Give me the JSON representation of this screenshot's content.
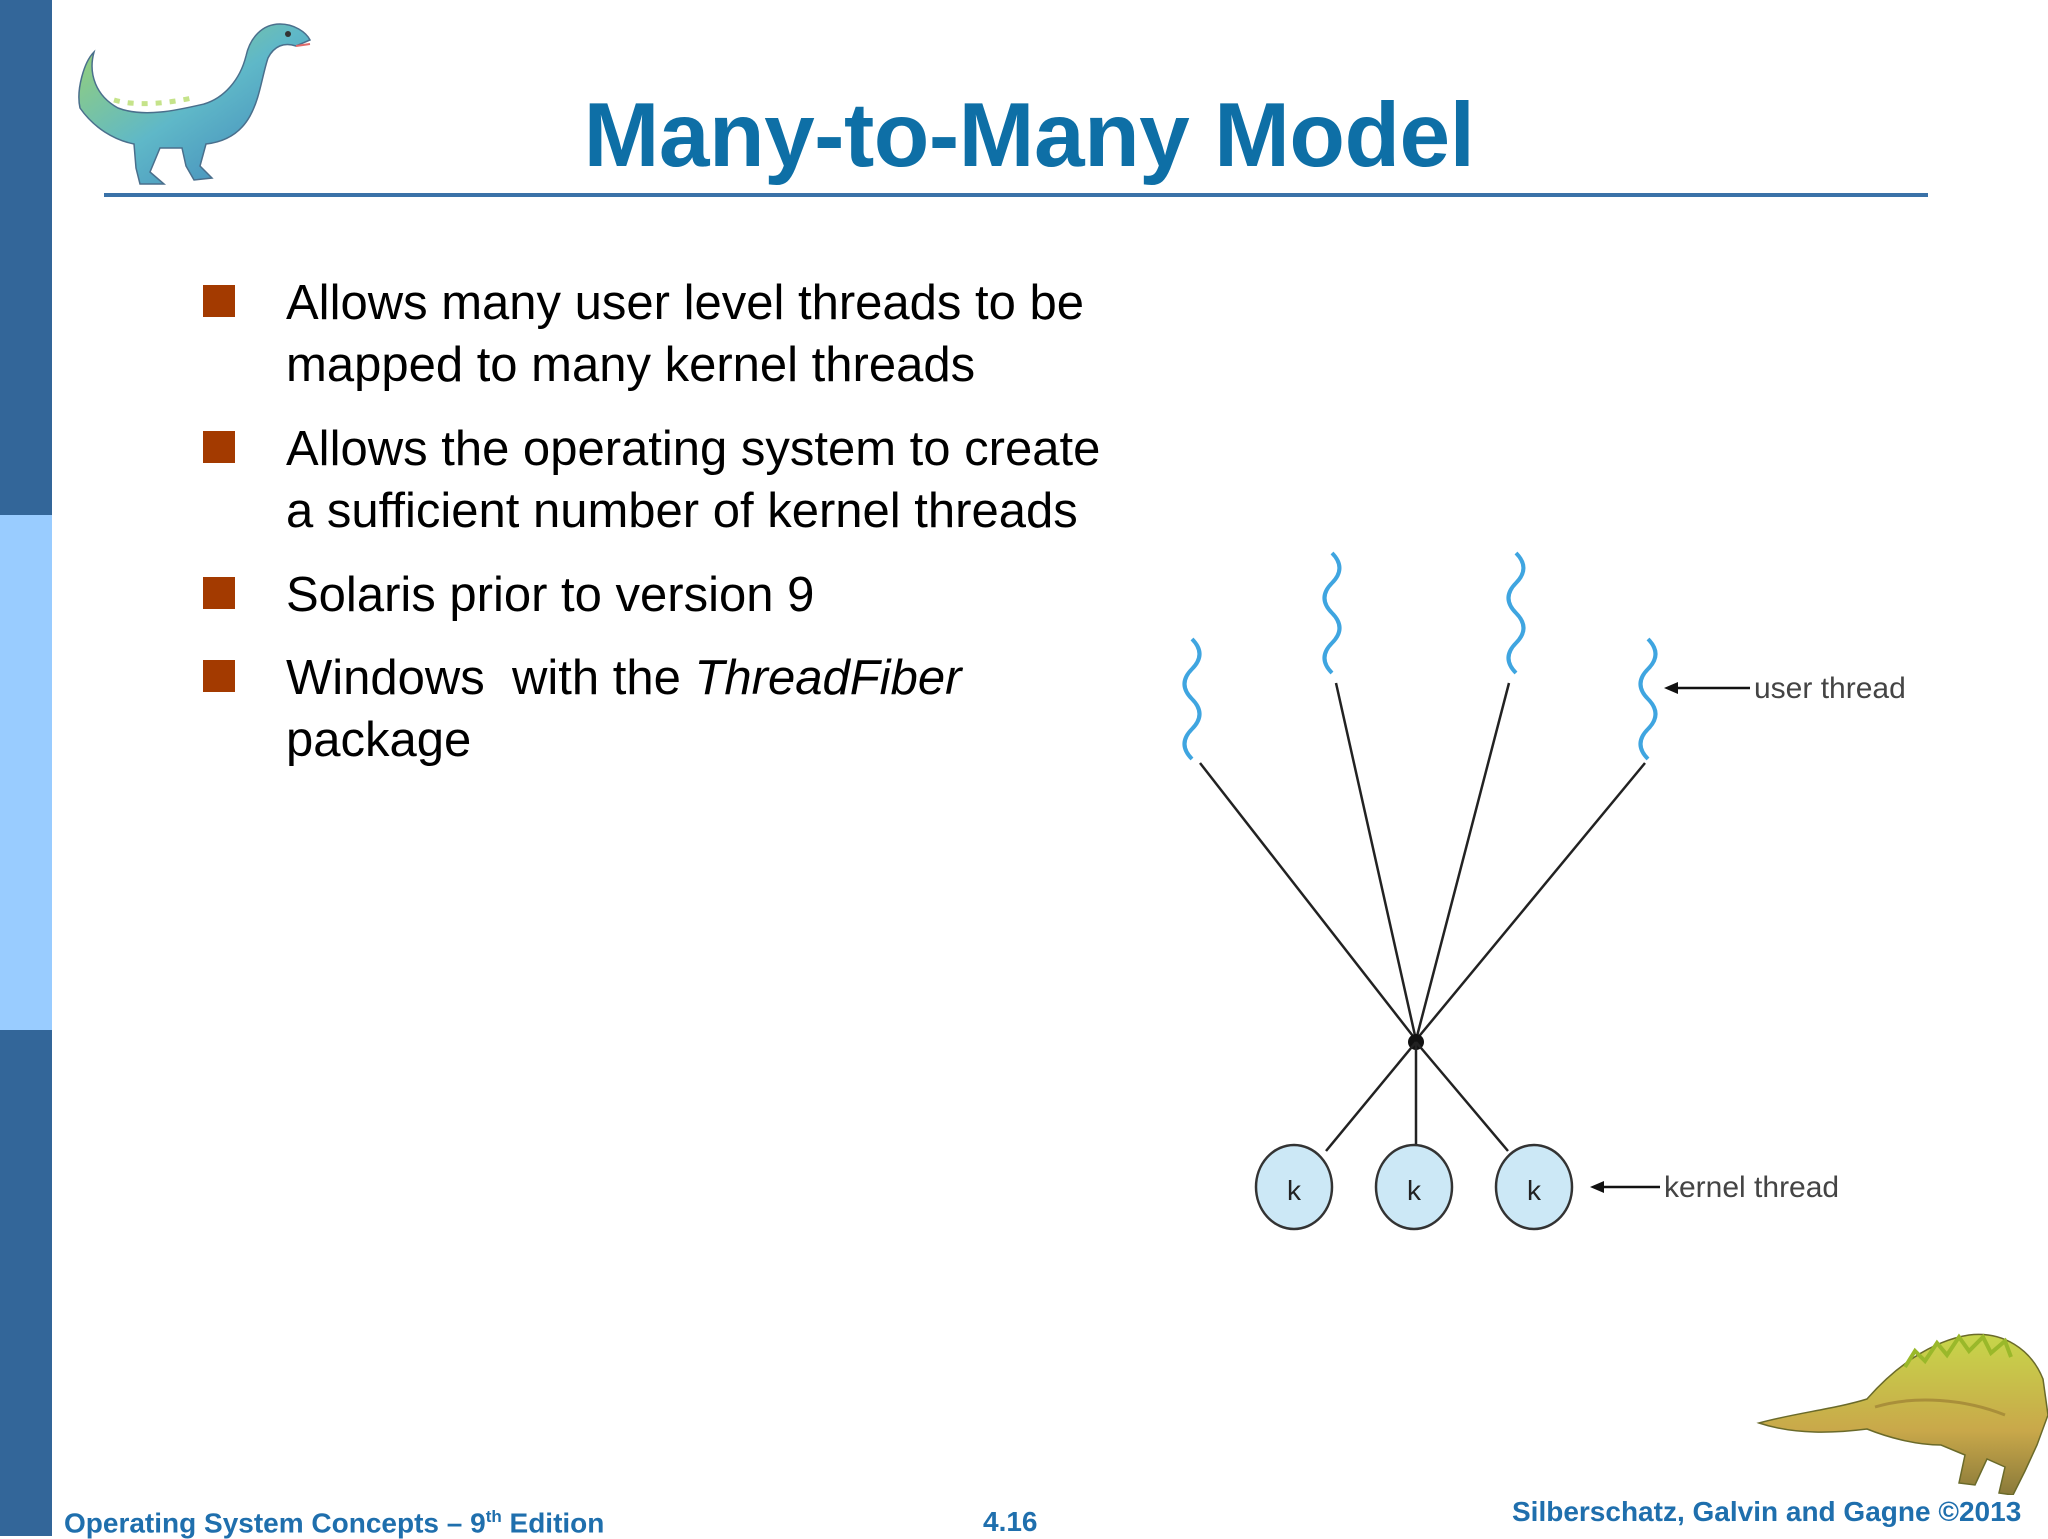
{
  "slide": {
    "title": "Many-to-Many Model",
    "bullets": [
      {
        "lines": [
          "Allows many user level threads to be",
          "mapped to many kernel threads"
        ]
      },
      {
        "lines": [
          "Allows the  operating system to create",
          "a sufficient number of kernel threads"
        ]
      },
      {
        "lines": [
          "Solaris prior to version 9"
        ]
      },
      {
        "line1_prefix": "Windows  with the ",
        "line1_italic": "ThreadFiber",
        "line2": "package"
      }
    ]
  },
  "diagram": {
    "user_thread_label": "user thread",
    "kernel_thread_label": "kernel thread",
    "kernel_node_letter": "k"
  },
  "footer": {
    "book_prefix": "Operating System Concepts – 9",
    "book_sup": "th",
    "book_suffix": " Edition",
    "page_number": "4.16",
    "copyright": "Silberschatz, Galvin and Gagne ©2013"
  },
  "colors": {
    "title": "#0e6fa6",
    "sidebar_dark": "#336699",
    "sidebar_light": "#99ccff",
    "bullet_marker": "#a33a00",
    "footer_text": "#1f6fad",
    "kernel_node_fill": "#cce8f6",
    "user_thread_wave": "#3fa5e0"
  }
}
